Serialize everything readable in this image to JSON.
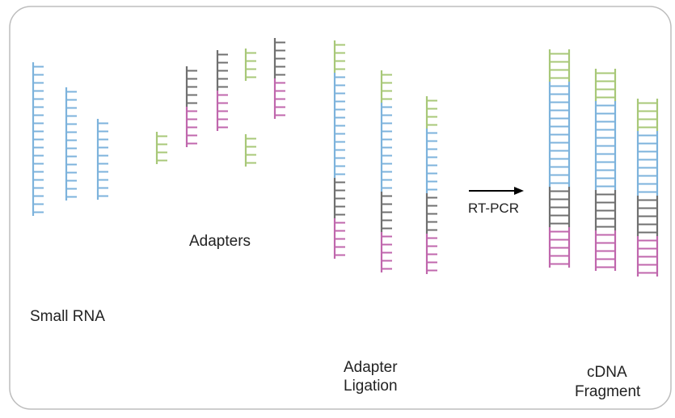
{
  "labels": {
    "small_rna": "Small RNA",
    "adapters": "Adapters",
    "adapter_ligation_line1": "Adapter",
    "adapter_ligation_line2": "Ligation",
    "rt_pcr": "RT-PCR",
    "cdna_line1": "cDNA",
    "cdna_line2": "Fragment"
  },
  "colors": {
    "small_rna": "#7db3dc",
    "adapter_5prime": "#a8c878",
    "adapter_3prime_gray": "#707070",
    "adapter_3prime_pink": "#c067ad",
    "frame": "#bdbdbd",
    "arrow": "#000000"
  },
  "diagram": {
    "small_rna_strands": [
      {
        "segments": [
          {
            "kind": "small_rna",
            "ticks": 19
          }
        ]
      },
      {
        "segments": [
          {
            "kind": "small_rna",
            "ticks": 14
          }
        ]
      },
      {
        "segments": [
          {
            "kind": "small_rna",
            "ticks": 10
          }
        ]
      }
    ],
    "adapter_strands": [
      {
        "segments": [
          {
            "kind": "adapter_5prime",
            "ticks": 4
          }
        ]
      },
      {
        "segments": [
          {
            "kind": "adapter_3prime_gray",
            "ticks": 5
          },
          {
            "kind": "adapter_3prime_pink",
            "ticks": 5
          }
        ]
      },
      {
        "segments": [
          {
            "kind": "adapter_3prime_gray",
            "ticks": 5
          },
          {
            "kind": "adapter_3prime_pink",
            "ticks": 5
          }
        ]
      },
      {
        "segments": [
          {
            "kind": "adapter_5prime",
            "ticks": 4
          }
        ]
      },
      {
        "segments": [
          {
            "kind": "adapter_5prime",
            "ticks": 4
          }
        ]
      },
      {
        "segments": [
          {
            "kind": "adapter_3prime_gray",
            "ticks": 5
          },
          {
            "kind": "adapter_3prime_pink",
            "ticks": 5
          }
        ]
      }
    ],
    "ligated_strands": [
      {
        "segments": [
          {
            "kind": "adapter_5prime",
            "ticks": 4
          },
          {
            "kind": "small_rna",
            "ticks": 13
          },
          {
            "kind": "adapter_3prime_gray",
            "ticks": 5
          },
          {
            "kind": "adapter_3prime_pink",
            "ticks": 5
          }
        ]
      },
      {
        "segments": [
          {
            "kind": "adapter_5prime",
            "ticks": 4
          },
          {
            "kind": "small_rna",
            "ticks": 11
          },
          {
            "kind": "adapter_3prime_gray",
            "ticks": 5
          },
          {
            "kind": "adapter_3prime_pink",
            "ticks": 5
          }
        ]
      },
      {
        "segments": [
          {
            "kind": "adapter_5prime",
            "ticks": 4
          },
          {
            "kind": "small_rna",
            "ticks": 8
          },
          {
            "kind": "adapter_3prime_gray",
            "ticks": 5
          },
          {
            "kind": "adapter_3prime_pink",
            "ticks": 5
          }
        ]
      }
    ],
    "cdna_fragments": [
      {
        "segments": [
          {
            "kind": "adapter_5prime",
            "ticks": 4
          },
          {
            "kind": "small_rna",
            "ticks": 13
          },
          {
            "kind": "adapter_3prime_gray",
            "ticks": 5
          },
          {
            "kind": "adapter_3prime_pink",
            "ticks": 5
          }
        ]
      },
      {
        "segments": [
          {
            "kind": "adapter_5prime",
            "ticks": 4
          },
          {
            "kind": "small_rna",
            "ticks": 11
          },
          {
            "kind": "adapter_3prime_gray",
            "ticks": 5
          },
          {
            "kind": "adapter_3prime_pink",
            "ticks": 5
          }
        ]
      },
      {
        "segments": [
          {
            "kind": "adapter_5prime",
            "ticks": 4
          },
          {
            "kind": "small_rna",
            "ticks": 8
          },
          {
            "kind": "adapter_3prime_gray",
            "ticks": 5
          },
          {
            "kind": "adapter_3prime_pink",
            "ticks": 5
          }
        ]
      }
    ]
  }
}
